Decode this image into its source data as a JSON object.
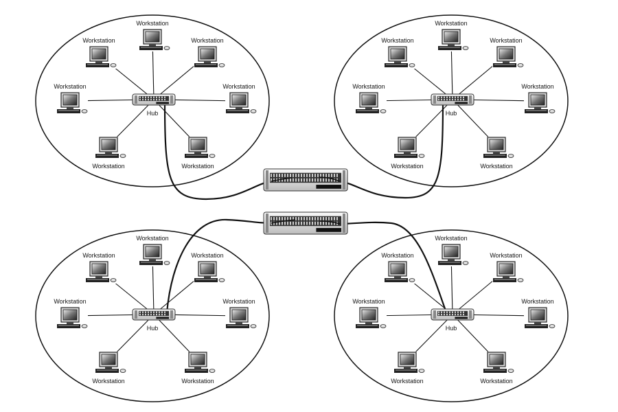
{
  "diagram": {
    "clusters": [
      {
        "id": "top-left",
        "hub_label": "Hub",
        "workstations": [
          "Workstation",
          "Workstation",
          "Workstation",
          "Workstation",
          "Workstation",
          "Workstation",
          "Workstation"
        ]
      },
      {
        "id": "top-right",
        "hub_label": "Hub",
        "workstations": [
          "Workstation",
          "Workstation",
          "Workstation",
          "Workstation",
          "Workstation",
          "Workstation",
          "Workstation"
        ]
      },
      {
        "id": "bottom-left",
        "hub_label": "Hub",
        "workstations": [
          "Workstation",
          "Workstation",
          "Workstation",
          "Workstation",
          "Workstation",
          "Workstation",
          "Workstation"
        ]
      },
      {
        "id": "bottom-right",
        "hub_label": "Hub",
        "workstations": [
          "Workstation",
          "Workstation",
          "Workstation",
          "Workstation",
          "Workstation",
          "Workstation",
          "Workstation"
        ]
      }
    ],
    "backbone_hubs": [
      "upper",
      "lower"
    ],
    "colors": {
      "line": "#111111",
      "hub_body": "#e6e6e6",
      "ports": "#333333"
    }
  }
}
